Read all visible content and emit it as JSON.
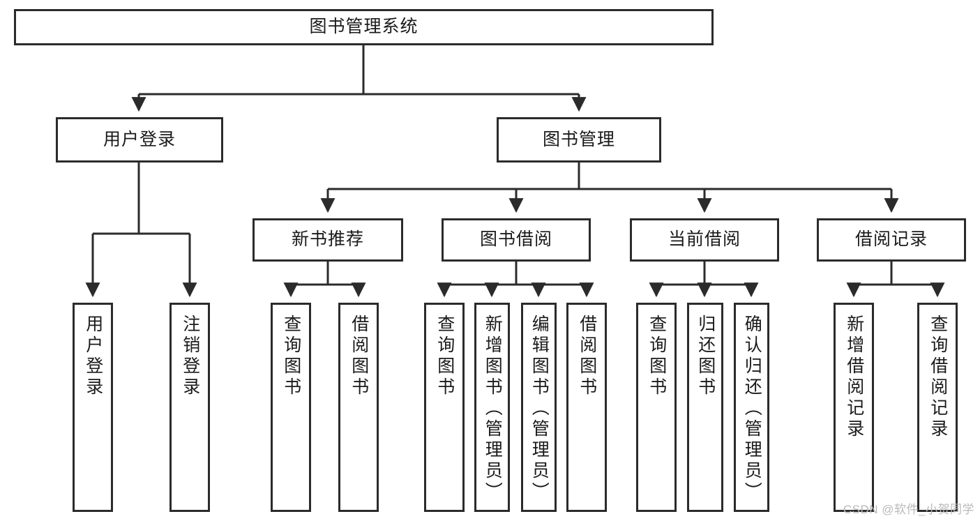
{
  "diagram": {
    "type": "tree-hierarchy-functional-decomposition",
    "title": "图书管理系统",
    "watermark": "CSDN @软件_小贺同学",
    "colors": {
      "box_border": "#2b2b2b",
      "box_fill": "#ffffff",
      "connector": "#2b2b2b",
      "text": "#1a1a1a",
      "watermark": "#b9b9b9",
      "background": "#ffffff"
    },
    "levels": [
      {
        "level": 1,
        "nodes": [
          {
            "id": "root",
            "label": "图书管理系统",
            "orientation": "horizontal"
          }
        ]
      },
      {
        "level": 2,
        "nodes": [
          {
            "id": "user-login",
            "label": "用户登录",
            "orientation": "horizontal",
            "parent": "root"
          },
          {
            "id": "book-manage",
            "label": "图书管理",
            "orientation": "horizontal",
            "parent": "root"
          }
        ]
      },
      {
        "level": 3,
        "nodes": [
          {
            "id": "new-book-recommend",
            "label": "新书推荐",
            "orientation": "horizontal",
            "parent": "book-manage"
          },
          {
            "id": "book-borrow",
            "label": "图书借阅",
            "orientation": "horizontal",
            "parent": "book-manage"
          },
          {
            "id": "current-borrow",
            "label": "当前借阅",
            "orientation": "horizontal",
            "parent": "book-manage"
          },
          {
            "id": "borrow-record",
            "label": "借阅记录",
            "orientation": "horizontal",
            "parent": "book-manage"
          }
        ]
      },
      {
        "level": 4,
        "nodes": [
          {
            "id": "leaf-user-login",
            "label": "用户登录",
            "orientation": "vertical",
            "parent": "user-login"
          },
          {
            "id": "leaf-user-logout",
            "label": "注销登录",
            "orientation": "vertical",
            "parent": "user-login"
          },
          {
            "id": "leaf-query-book-1",
            "label": "查询图书",
            "orientation": "vertical",
            "parent": "new-book-recommend"
          },
          {
            "id": "leaf-borrow-book-1",
            "label": "借阅图书",
            "orientation": "vertical",
            "parent": "new-book-recommend"
          },
          {
            "id": "leaf-query-book-2",
            "label": "查询图书",
            "orientation": "vertical",
            "parent": "book-borrow"
          },
          {
            "id": "leaf-add-book",
            "label": "新增图书（管理员）",
            "orientation": "vertical",
            "parent": "book-borrow"
          },
          {
            "id": "leaf-edit-book",
            "label": "编辑图书（管理员）",
            "orientation": "vertical",
            "parent": "book-borrow"
          },
          {
            "id": "leaf-borrow-book-2",
            "label": "借阅图书",
            "orientation": "vertical",
            "parent": "book-borrow"
          },
          {
            "id": "leaf-query-book-3",
            "label": "查询图书",
            "orientation": "vertical",
            "parent": "current-borrow"
          },
          {
            "id": "leaf-return-book",
            "label": "归还图书",
            "orientation": "vertical",
            "parent": "current-borrow"
          },
          {
            "id": "leaf-confirm-return",
            "label": "确认归还（管理员）",
            "orientation": "vertical",
            "parent": "current-borrow"
          },
          {
            "id": "leaf-add-record",
            "label": "新增借阅记录",
            "orientation": "vertical",
            "parent": "borrow-record"
          },
          {
            "id": "leaf-query-record",
            "label": "查询借阅记录",
            "orientation": "vertical",
            "parent": "borrow-record"
          }
        ]
      }
    ]
  }
}
